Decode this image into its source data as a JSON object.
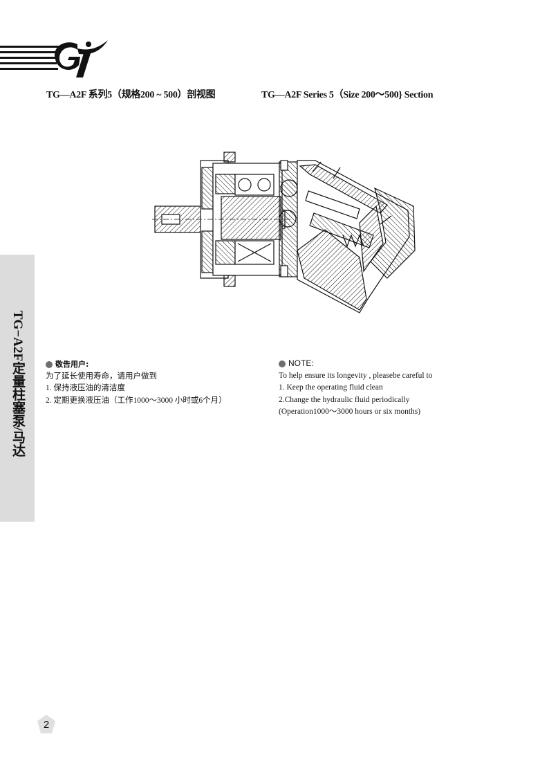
{
  "header": {
    "title_cn": "TG—A2F 系列5（规格200 ~ 500）剖视图",
    "title_en": "TG—A2F   Series 5（Size 200～500} Section"
  },
  "logo": {
    "icon": "company-logo-icon",
    "color": "#111111"
  },
  "drawing": {
    "icon": "pump-cross-section-drawing"
  },
  "side_tab": {
    "text": "TG−A2F定量柱塞泵/马达",
    "color": "#dcdcdc"
  },
  "notes_cn": {
    "heading": "敬告用户:",
    "lines": [
      "为了延长使用寿命，请用户做到",
      "1. 保持液压油的清洁度",
      "2. 定期更换液压油（工作1000～3000 小时或6个月）"
    ]
  },
  "notes_en": {
    "heading": "NOTE:",
    "lines": [
      "To help ensure its longevity , pleasebe careful to",
      "1. Keep the operating fluid clean",
      "2.Change the hydraulic fluid periodically",
      "(Operation1000～3000 hours or six months)"
    ]
  },
  "footer": {
    "page_number": "2"
  }
}
